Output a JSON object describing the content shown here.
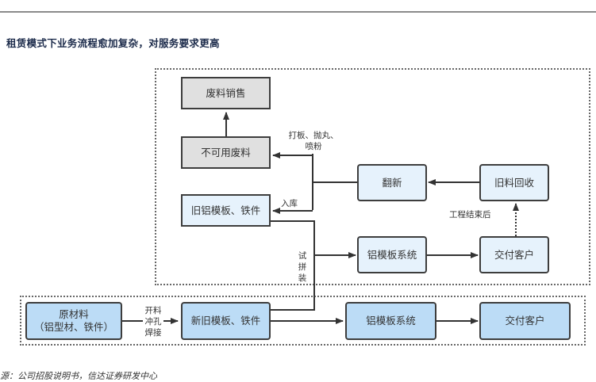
{
  "title": "租赁模式下业务流程愈加复杂，对服务要求更高",
  "source": "源：公司招股说明书，信达证券研发中心",
  "nodes": {
    "scrap_sale": "废料销售",
    "unusable_scrap": "不可用废料",
    "old_formwork": "旧铝模板、铁件",
    "refurbish": "翻新",
    "old_recycle": "旧料回收",
    "system_upper": "铝模板系统",
    "deliver_upper": "交付客户",
    "raw_material_line1": "原材料",
    "raw_material_line2": "（铝型材、铁件）",
    "new_old_formwork": "新旧模板、铁件",
    "system_lower": "铝模板系统",
    "deliver_lower": "交付客户"
  },
  "edge_labels": {
    "polish_line1": "打板、抛丸、",
    "polish_line2": "喷粉",
    "storage": "入库",
    "after_project": "工程结束后",
    "trial_1": "试",
    "trial_2": "拼",
    "trial_3": "装",
    "process_1": "开料",
    "process_2": "冲孔",
    "process_3": "焊接"
  }
}
